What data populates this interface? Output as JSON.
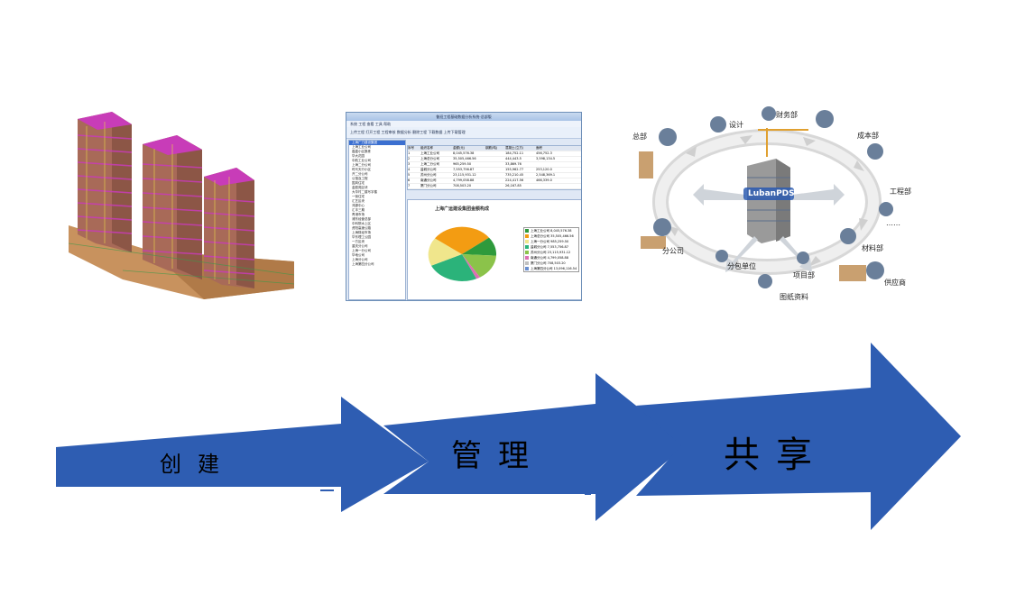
{
  "steps": [
    {
      "label": "创建"
    },
    {
      "label": "管理"
    },
    {
      "label": "共享"
    }
  ],
  "colors": {
    "arrow": "#2e5db2",
    "building_body": "#a86a58",
    "building_accent": "#c83cb8",
    "pie": [
      "#2e9a3c",
      "#f39c12",
      "#f0e68c",
      "#2bb37a",
      "#8bc34a",
      "#dd6fb3"
    ]
  },
  "software": {
    "title": "鲁班工程基础数据分析系统-总部版",
    "menu": "系统 工程 查看 工具 帮助",
    "toolbar": "上传工程  打开工程  工程审核  数据分析  删除工程  下载数据  上传下载管理",
    "tree_items": [
      "上海广力建设集团",
      "上海工业公司",
      "嘉嘉小区数栋",
      "华大花园",
      "中航工业公司",
      "上海二分公司",
      "时代天行小区",
      "开二分公司",
      "公馆及工程",
      "国风住宅",
      "金庭苑区块",
      "大华村二楼写字楼",
      "一街住宅",
      "汇艺区块",
      "鸿源中心",
      "汇丰三期",
      "青港市场",
      "浦东经营总部",
      "中科院水上区",
      "资阳高速公路",
      "上海财经市场",
      "华东理工公园",
      "一方区块",
      "重庆分公司",
      "上海一分公司",
      "华地公司",
      "上海分公司",
      "上海第四分公司"
    ],
    "grid_headers": [
      "序号",
      "组织名称",
      "金额(元)",
      "钢筋(吨)",
      "混凝土(立方)",
      "面积"
    ],
    "grid_rows": [
      [
        "1",
        "上海工业公司",
        "8,045,576.38",
        "",
        "184,752.11",
        "456,752.3"
      ],
      [
        "2",
        "上海总分公司",
        "35,505,466.56",
        "",
        "444,443.5",
        "3,598,134.5"
      ],
      [
        "3",
        "上海二分公司",
        "965,259.50",
        "",
        "33,869.76",
        ""
      ],
      [
        "4",
        "盐城分公司",
        "7,553,756.87",
        "",
        "155,962.77",
        "253,120.0"
      ],
      [
        "5",
        "苏州分公司",
        "23,115,931.12",
        "",
        "735,210.45",
        "2,548,369.1"
      ],
      [
        "6",
        "南通分公司",
        "4,799,058.88",
        "",
        "224,417.56",
        "466,339.0"
      ],
      [
        "7",
        "厦门分公司",
        "708,503.20",
        "",
        "26,167.85",
        ""
      ]
    ],
    "chart_title": "上海广运建设集团金额构成",
    "legend": [
      "上海工业公司 8,045,576.38",
      "上海总分公司 35,505,466.56",
      "上海一分公司 985,259.50",
      "盐城分公司 7,553,756.87",
      "苏州分公司 23,115,931.12",
      "南通分公司 4,799,058.88",
      "厦门分公司 708,503.20",
      "上海第四分公司 13,096,116.54"
    ]
  },
  "pds": {
    "center": "LubanPDS",
    "nodes": [
      "总部",
      "设计",
      "财务部",
      "成本部",
      "工程部",
      "……",
      "材料部",
      "供应商",
      "图纸资料",
      "项目部",
      "分包单位",
      "分公司"
    ]
  }
}
